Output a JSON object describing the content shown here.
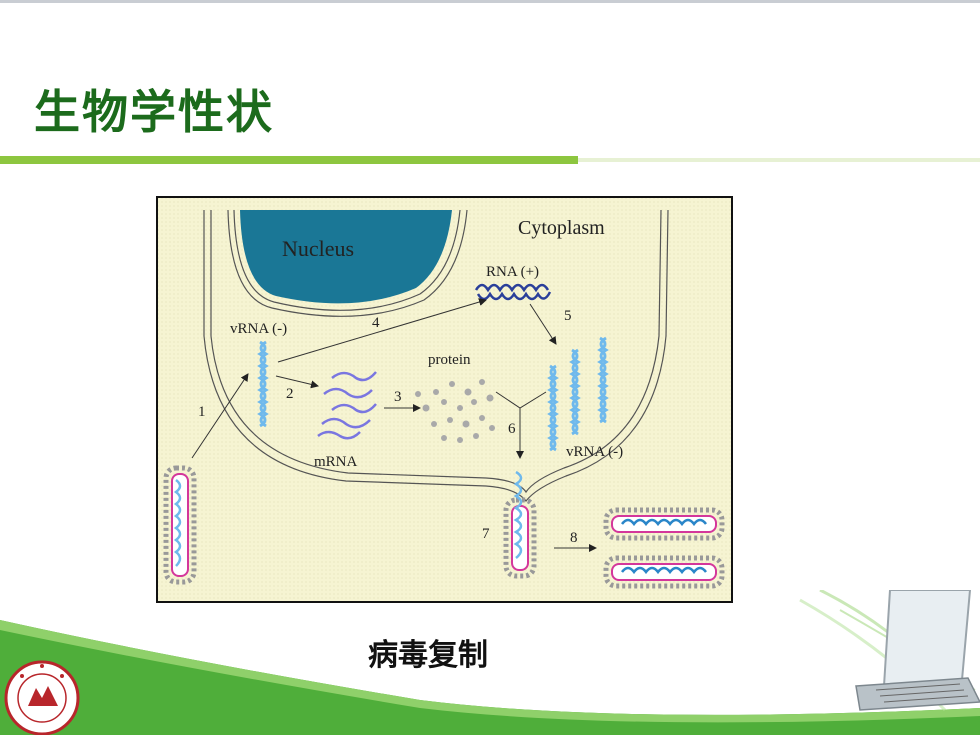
{
  "slide": {
    "title": "生物学性状",
    "caption": "病毒复制"
  },
  "diagram": {
    "labels": {
      "nucleus": "Nucleus",
      "cytoplasm": "Cytoplasm",
      "rna_plus": "RNA (+)",
      "vrna_minus_left": "vRNA (-)",
      "vrna_minus_right": "vRNA (-)",
      "protein": "protein",
      "mrna": "mRNA"
    },
    "steps": [
      "1",
      "2",
      "3",
      "4",
      "5",
      "6",
      "7",
      "8"
    ]
  },
  "colors": {
    "title_green": "#1c6b1c",
    "accent_green": "#8dc63f",
    "nucleus_blue": "#1a7796",
    "cell_bg": "#f6f4d2",
    "vrna_blue": "#6fb9ec",
    "mrna_purple": "#7a76e0",
    "rna_plus_navy": "#2a3f9a",
    "envelope_pink": "#d4379b"
  }
}
